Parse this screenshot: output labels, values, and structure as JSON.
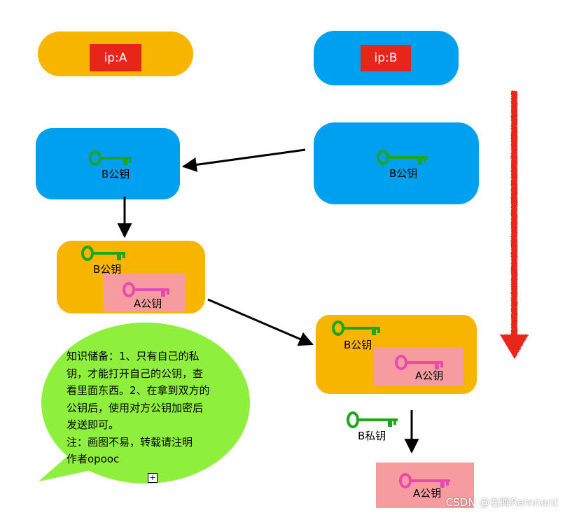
{
  "colors": {
    "orange": "#f7b500",
    "blue": "#00a0f0",
    "red": "#e8251a",
    "pink": "#f69c9e",
    "green_key": "#1fa51f",
    "pink_key": "#e84bb0",
    "bubble": "#8ef03c"
  },
  "hosts": {
    "a": "ip:A",
    "b": "ip:B"
  },
  "keys": {
    "b_public_1": "B公钥",
    "b_public_2": "B公钥",
    "b_public_3": "B公钥",
    "a_public_1": "A公钥",
    "b_public_4": "B公钥",
    "a_public_2": "A公钥",
    "b_private": "B私钥",
    "a_public_3": "A公钥"
  },
  "note": {
    "lines": [
      "知识储备：1、只有自己的私",
      "钥，才能打开自己的公钥，查",
      "看里面东西。2、在拿到双方的",
      "公钥后，使用对方公钥加密后",
      "发送即可。",
      "注：画图不易，转载请注明",
      "作者opooc"
    ],
    "expand_icon": "square-plus-icon"
  },
  "watermark": "CSDN @右眸Remnant"
}
